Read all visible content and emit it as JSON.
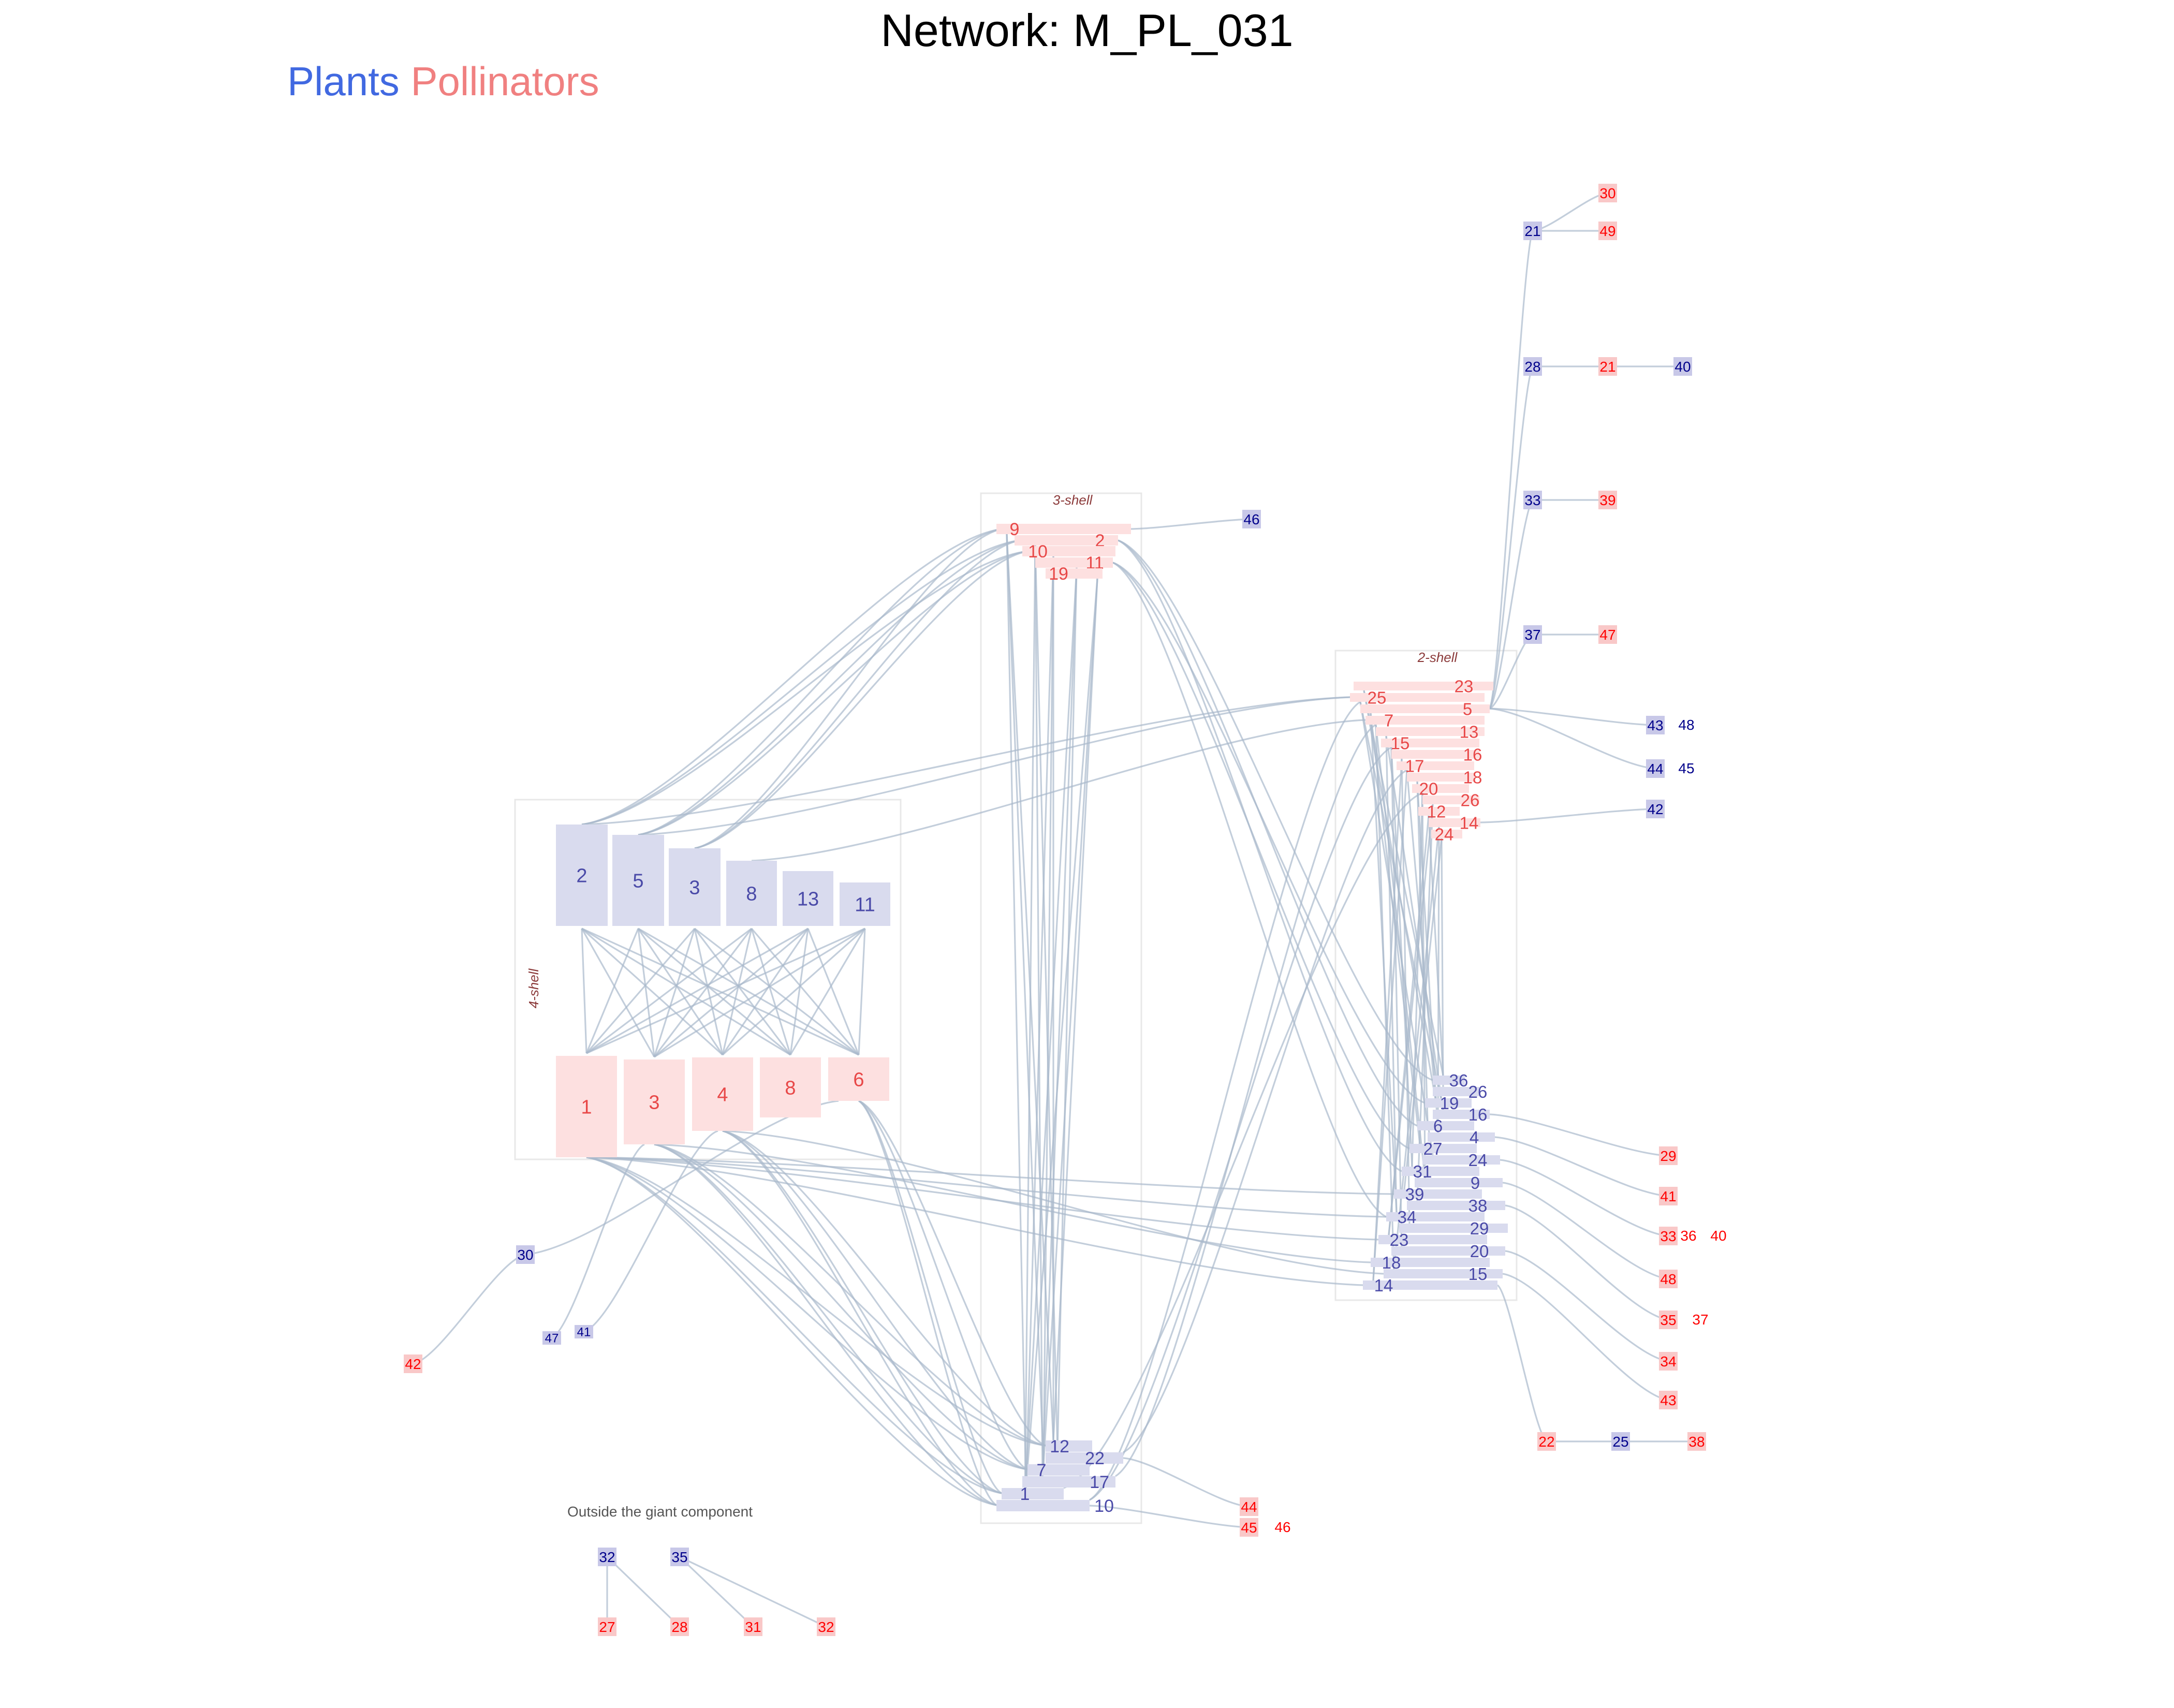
{
  "title": "Network: M_PL_031",
  "legend": {
    "plants": "Plants",
    "pollinators": "Pollinators"
  },
  "colors": {
    "plant_box": "#d9dbee",
    "plant_text": "#4a4aa8",
    "poll_box": "#fde0e0",
    "poll_text": "#e84848",
    "tail_plant_box": "#c8c8e8",
    "tail_plant_text": "#00008b",
    "tail_poll_box": "#f9c8c8",
    "tail_poll_text": "#ff0000",
    "link": "#a9b9cc",
    "shell_label": "#8b3a3a"
  },
  "shells": {
    "s4": "4-shell",
    "s3": "3-shell",
    "s2": "2-shell"
  },
  "outside_label": "Outside the giant component",
  "core4": {
    "plants": [
      "2",
      "5",
      "3",
      "8",
      "13",
      "11"
    ],
    "pollinators": [
      "1",
      "3",
      "4",
      "8",
      "6"
    ]
  },
  "core3": {
    "pollinators": [
      "9",
      "2",
      "10",
      "11",
      "19"
    ],
    "plants": [
      "12",
      "22",
      "7",
      "17",
      "1",
      "10"
    ]
  },
  "core2": {
    "pollinators": [
      "23",
      "25",
      "5",
      "7",
      "13",
      "15",
      "16",
      "17",
      "18",
      "20",
      "26",
      "12",
      "14",
      "24"
    ],
    "plants": [
      "36",
      "26",
      "19",
      "16",
      "6",
      "4",
      "27",
      "24",
      "31",
      "9",
      "39",
      "38",
      "34",
      "29",
      "23",
      "20",
      "18",
      "15",
      "14"
    ]
  },
  "tails": {
    "plants": [
      "21",
      "28",
      "40",
      "33",
      "37",
      "43",
      "48",
      "44",
      "45",
      "42",
      "46",
      "30",
      "47",
      "41",
      "25",
      "32",
      "35"
    ],
    "pollinators": [
      "30",
      "49",
      "21",
      "39",
      "47",
      "29",
      "41",
      "33",
      "36",
      "40",
      "48",
      "35",
      "37",
      "34",
      "43",
      "22",
      "38",
      "44",
      "45",
      "46",
      "42",
      "27",
      "28",
      "31",
      "32"
    ]
  }
}
